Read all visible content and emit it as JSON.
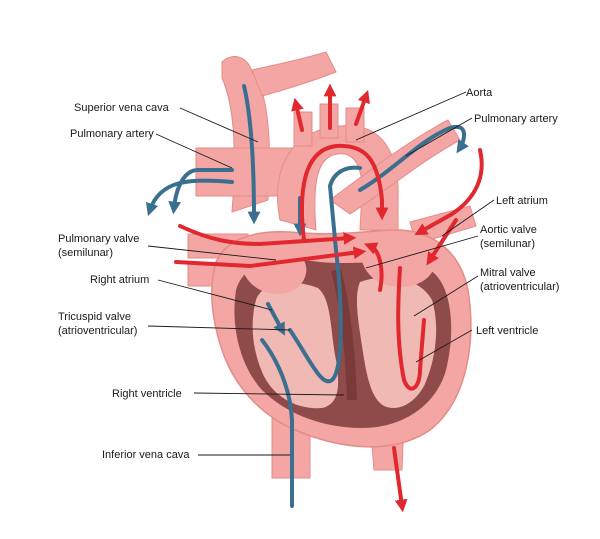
{
  "labels": {
    "superior_vena_cava": "Superior vena cava",
    "pulmonary_artery_left": "Pulmonary artery",
    "pulmonary_valve_1": "Pulmonary valve",
    "pulmonary_valve_2": "(semilunar)",
    "right_atrium": "Right atrium",
    "tricuspid_valve_1": "Tricuspid valve",
    "tricuspid_valve_2": "(atrioventricular)",
    "right_ventricle": "Right ventricle",
    "inferior_vena_cava": "Inferior vena cava",
    "aorta": "Aorta",
    "pulmonary_artery_right": "Pulmonary artery",
    "left_atrium": "Left atrium",
    "aortic_valve_1": "Aortic valve",
    "aortic_valve_2": "(semilunar)",
    "mitral_valve_1": "Mitral valve",
    "mitral_valve_2": "(atrioventricular)",
    "left_ventricle": "Left ventricle"
  },
  "colors": {
    "oxygenated": "#e0282e",
    "deoxygenated": "#3b6f8f",
    "tissue": "#f3a6a3",
    "tissue_dark": "#e48c8a",
    "muscle": "#8f4a4a",
    "chamber": "#f1b9b4"
  }
}
